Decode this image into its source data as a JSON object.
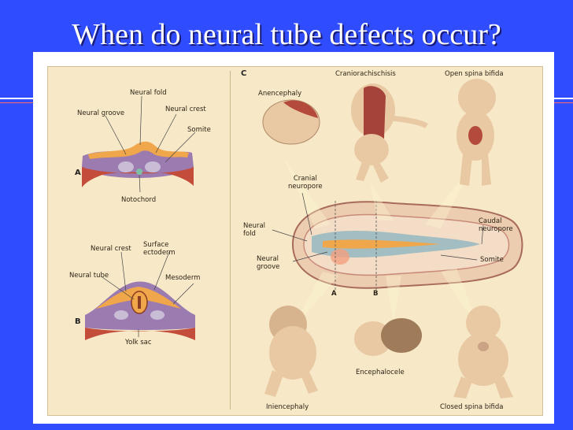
{
  "title": "When do neural tube defects occur?",
  "figure": {
    "panel_letters": {
      "a": "A",
      "b": "B",
      "c": "C"
    },
    "panel_a": {
      "labels": {
        "neural_fold": "Neural fold",
        "neural_groove": "Neural groove",
        "neural_crest": "Neural crest",
        "somite": "Somite",
        "notochord": "Notochord"
      }
    },
    "panel_b": {
      "labels": {
        "neural_crest": "Neural crest",
        "surface_ectoderm": "Surface\nectoderm",
        "neural_tube": "Neural tube",
        "mesoderm": "Mesoderm",
        "yolk_sac": "Yolk sac"
      }
    },
    "panel_c": {
      "defects": {
        "anencephaly": "Anencephaly",
        "craniorachischisis": "Craniorachischisis",
        "open_spina_bifida": "Open spina bifida",
        "iniencephaly": "Iniencephaly",
        "encephalocele": "Encephalocele",
        "closed_spina_bifida": "Closed spina bifida"
      },
      "embryo_labels": {
        "cranial_neuropore": "Cranial\nneuropore",
        "caudal_neuropore": "Caudal\nneuropore",
        "neural_fold": "Neural\nfold",
        "neural_groove": "Neural\ngroove",
        "somite": "Somite",
        "section_a": "A",
        "section_b": "B"
      }
    }
  },
  "colors": {
    "background": "#2f4dff",
    "panel": "#f7e9c8",
    "skin": "#e8c9a3",
    "lesion": "#b34a3c",
    "tissue_purple": "#9b7bb0",
    "tissue_orange": "#f0a64a"
  }
}
